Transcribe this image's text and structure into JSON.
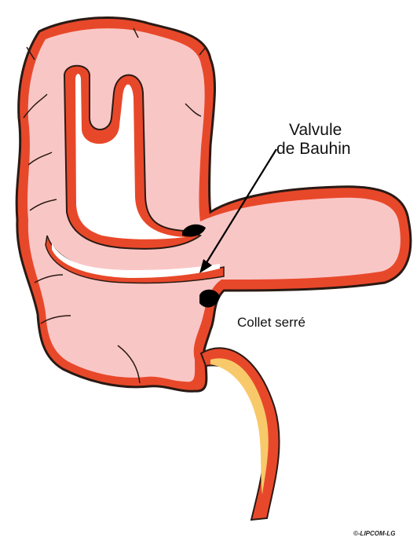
{
  "labels": {
    "valve_line1": "Valvule",
    "valve_line2": "de Bauhin",
    "collet": "Collet serré",
    "credit": "©-LIPCOM-LG"
  },
  "colors": {
    "wall": "#e8482a",
    "wall_outline": "#2a1a14",
    "lumen": "#f9c6c6",
    "appendix_lumen": "#f8c96a",
    "knot": "#000000",
    "arrow": "#000000",
    "background": "#ffffff"
  }
}
